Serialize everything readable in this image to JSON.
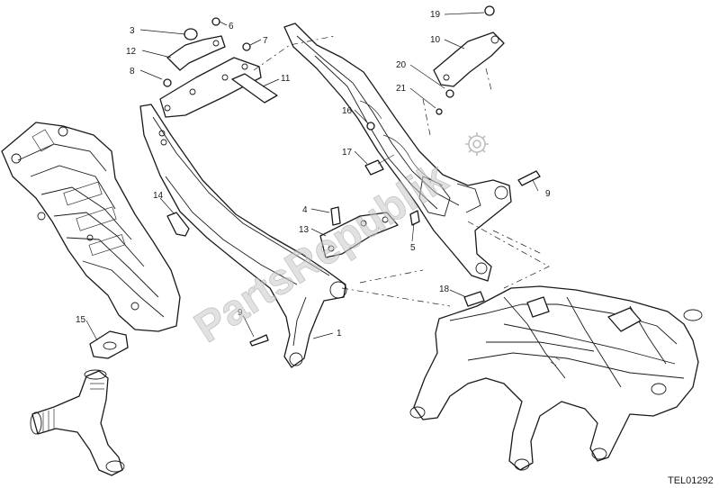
{
  "callouts": {
    "c1": "1",
    "c3": "3",
    "c4": "4",
    "c5": "5",
    "c6": "6",
    "c7": "7",
    "c8": "8",
    "c9a": "9",
    "c9b": "9",
    "c10": "10",
    "c11": "11",
    "c12": "12",
    "c13": "13",
    "c14": "14",
    "c15": "15",
    "c16": "16",
    "c17": "17",
    "c18": "18",
    "c19": "19",
    "c20": "20",
    "c21": "21"
  },
  "drawing_code": "TEL01292",
  "watermark": "PartsRepublik",
  "colors": {
    "line": "#1a1a1a",
    "background": "#ffffff",
    "watermark": "#c8c8c8"
  }
}
